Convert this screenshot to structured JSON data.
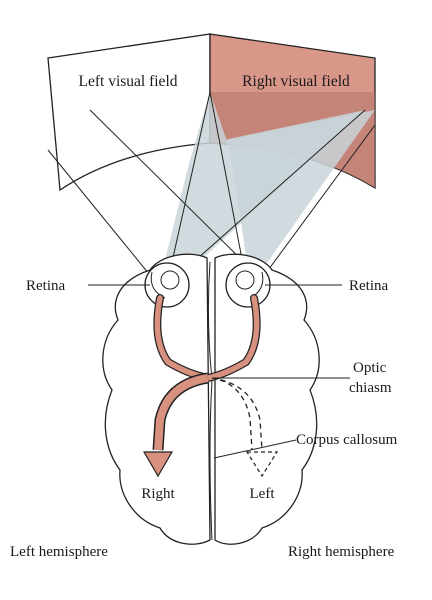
{
  "field": {
    "left_label": "Left visual field",
    "right_label": "Right visual field"
  },
  "labels": {
    "retina_left": "Retina",
    "retina_right": "Retina",
    "optic_chiasm_line1": "Optic",
    "optic_chiasm_line2": "chiasm",
    "corpus_callosum": "Corpus callosum",
    "arrow_right": "Right",
    "arrow_left": "Left",
    "left_hemisphere": "Left hemisphere",
    "right_hemisphere": "Right hemisphere"
  },
  "colors": {
    "right_field": "#d9978a",
    "right_field_dark": "#a8685d",
    "projection": "#c9d4d8",
    "pathway": "#d9917f",
    "outline": "#222222"
  }
}
